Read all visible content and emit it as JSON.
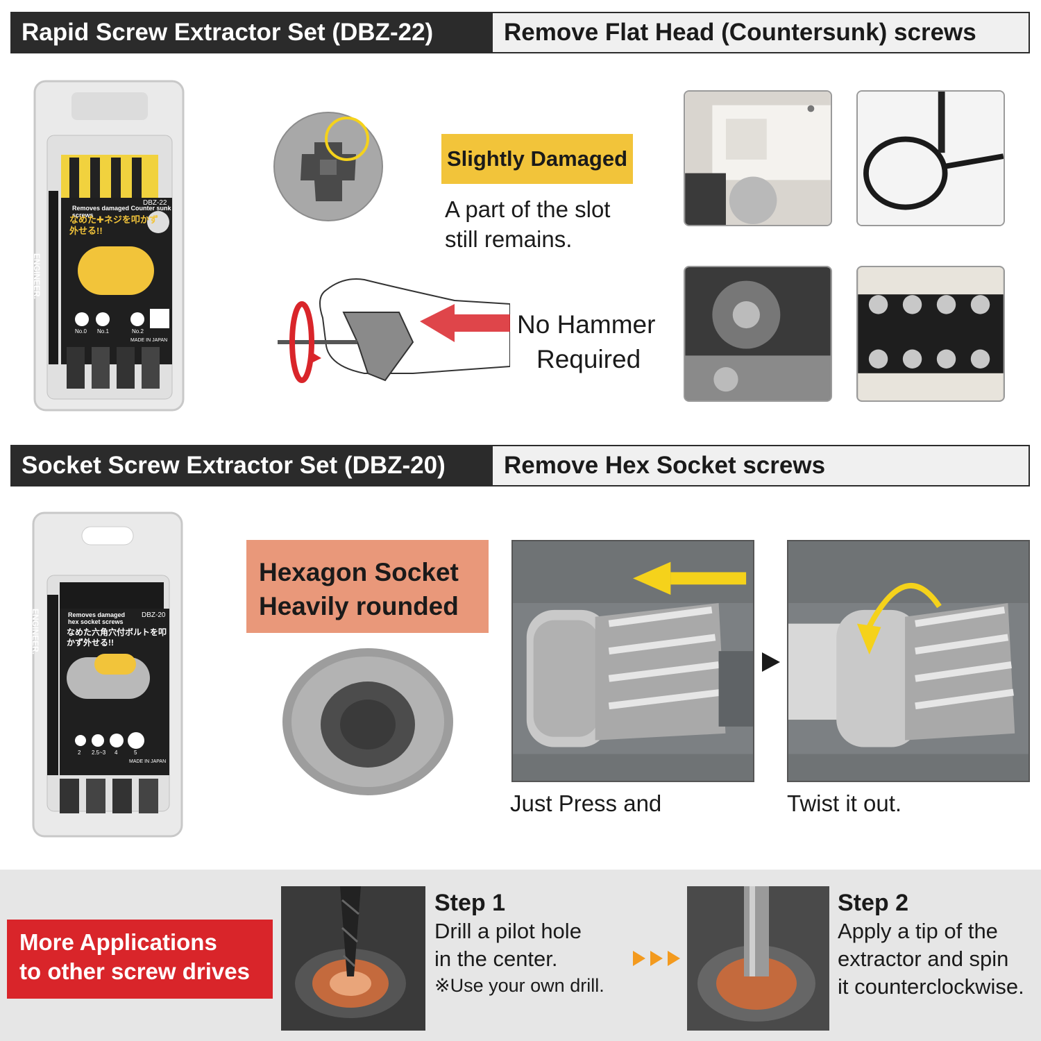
{
  "section1": {
    "title": "Rapid Screw Extractor Set (DBZ-22)",
    "subtitle": "Remove Flat Head (Countersunk) screws",
    "tag": "Slightly Damaged",
    "tag_text_line1": "A part of the slot",
    "tag_text_line2": "still remains.",
    "hammer_line1": "No Hammer",
    "hammer_line2": "Required",
    "package": {
      "brand": "ENGINEER.",
      "model": "DBZ-22",
      "subtitle": "Removes damaged Counter sunk screws",
      "jp_title": "なめた✚ネジを叩かず外せる!!",
      "sizes": [
        "No.0",
        "No.1",
        "No.2"
      ],
      "made_in": "MADE IN JAPAN"
    }
  },
  "section2": {
    "title": "Socket Screw Extractor Set (DBZ-20)",
    "subtitle": "Remove Hex Socket screws",
    "tag_line1": "Hexagon Socket",
    "tag_line2": "Heavily rounded",
    "caption1": "Just Press and",
    "caption2": "Twist it out.",
    "package": {
      "brand": "ENGINEER.",
      "model": "DBZ-20",
      "subtitle": "Removes damaged hex socket screws",
      "jp_title": "なめた六角穴付ボルトを叩かず外せる!!",
      "sizes": [
        "2",
        "2.5~3",
        "4",
        "5"
      ],
      "made_in": "MADE IN JAPAN"
    }
  },
  "section3": {
    "box_line1": "More Applications",
    "box_line2": "to other screw drives",
    "step1_title": "Step 1",
    "step1_line1": "Drill a pilot hole",
    "step1_line2": "in the center.",
    "step1_note": "※Use your own drill.",
    "step2_title": "Step 2",
    "step2_line1": "Apply a tip of the",
    "step2_line2": "extractor and spin",
    "step2_line3": "it counterclockwise."
  },
  "colors": {
    "dark": "#2b2b2b",
    "yellow": "#f2c43a",
    "salmon": "#e9987a",
    "red": "#d9252a",
    "orange_arrow": "#f39a1e"
  }
}
